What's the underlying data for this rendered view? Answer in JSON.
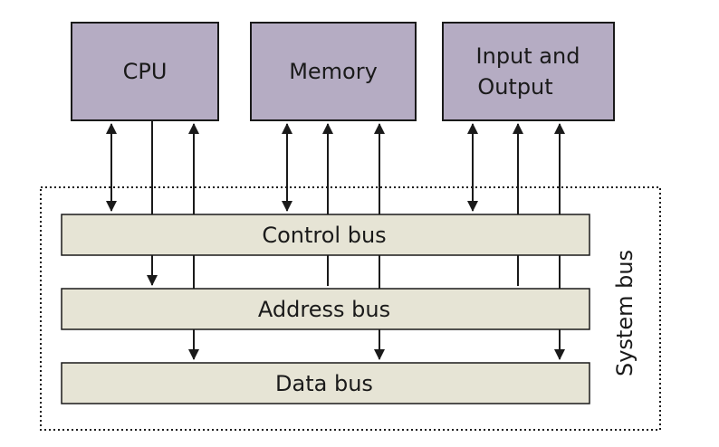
{
  "units": {
    "cpu": {
      "label": "CPU"
    },
    "memory": {
      "label": "Memory"
    },
    "io": {
      "label_line1": "Input and",
      "label_line2": "Output"
    }
  },
  "buses": {
    "control": {
      "label": "Control bus"
    },
    "address": {
      "label": "Address bus"
    },
    "data": {
      "label": "Data bus"
    },
    "system": {
      "label": "System bus"
    }
  },
  "colors": {
    "unit_fill": "#b5acc3",
    "bus_fill": "#e6e4d5",
    "line": "#1a1a1a"
  }
}
